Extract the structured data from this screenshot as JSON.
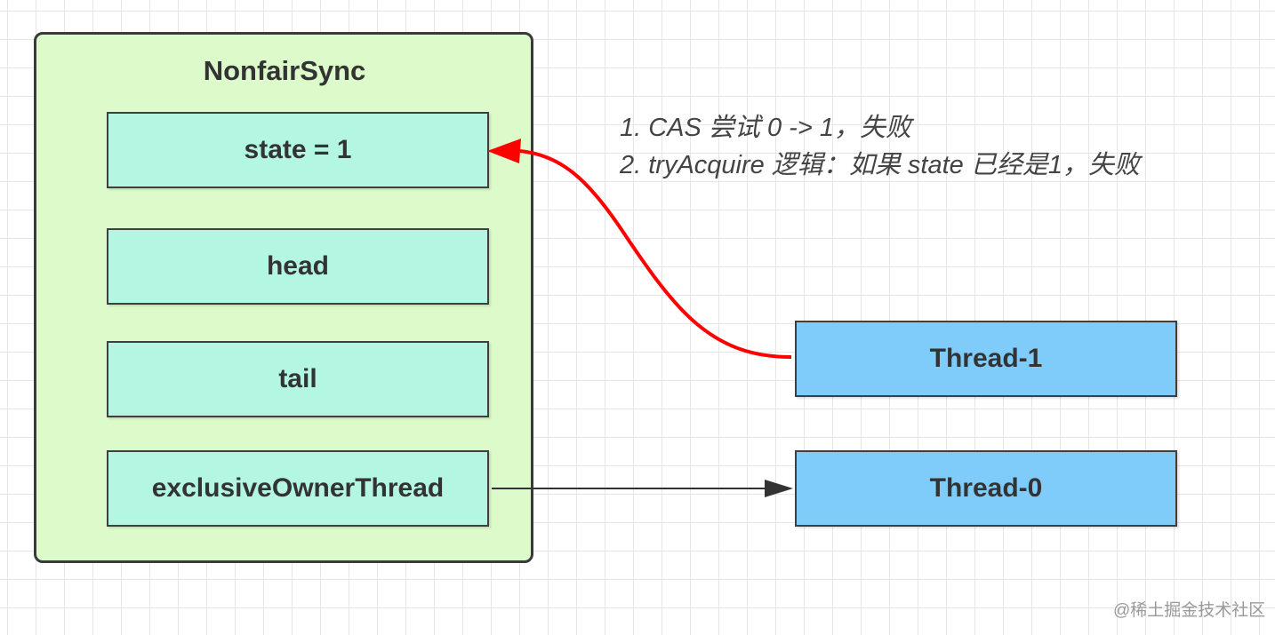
{
  "sync": {
    "title": "NonfairSync",
    "fields": [
      {
        "label": "state = 1"
      },
      {
        "label": "head"
      },
      {
        "label": "tail"
      },
      {
        "label": "exclusiveOwnerThread"
      }
    ]
  },
  "threads": [
    {
      "label": "Thread-1"
    },
    {
      "label": "Thread-0"
    }
  ],
  "notes": [
    "1. CAS 尝试 0 -> 1，失败",
    "2. tryAcquire 逻辑：如果 state 已经是1，失败"
  ],
  "connectors": [
    {
      "from": "Thread-1",
      "to": "state = 1",
      "color": "#ff0000",
      "style": "curved"
    },
    {
      "from": "exclusiveOwnerThread",
      "to": "Thread-0",
      "color": "#333333",
      "style": "straight"
    }
  ],
  "colors": {
    "sync_fill": "#ddfbca",
    "field_fill": "#b3f7e2",
    "thread_fill": "#7fccfb",
    "cas_arrow": "#ff0000",
    "owner_arrow": "#333333"
  },
  "watermark": "@稀土掘金技术社区"
}
